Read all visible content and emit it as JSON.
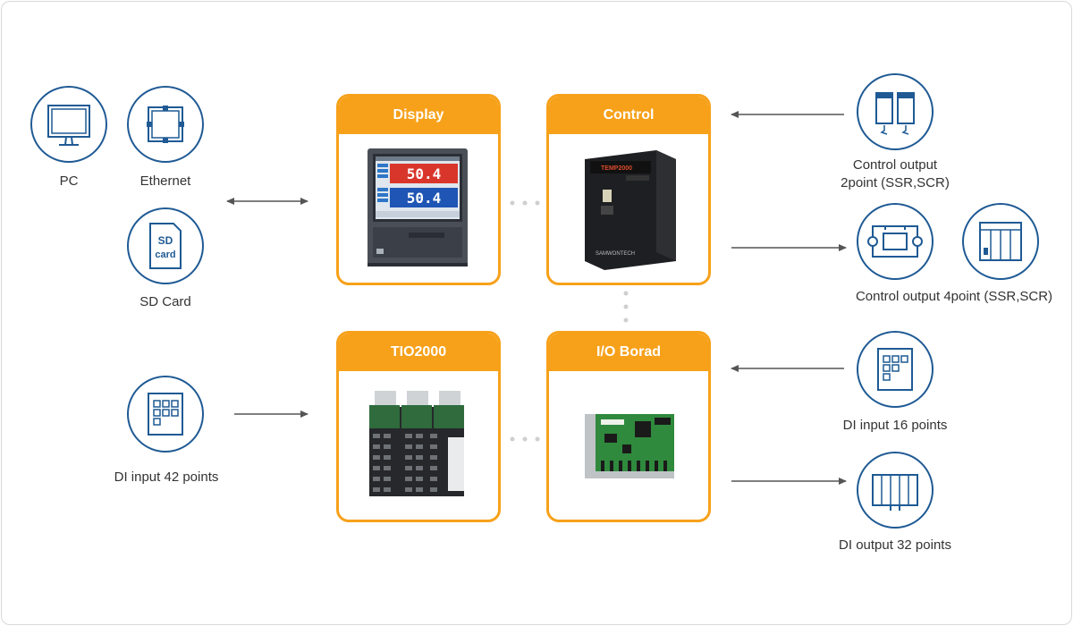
{
  "left": {
    "pc": "PC",
    "ethernet": "Ethernet",
    "sd_icon_line1": "SD",
    "sd_icon_line2": "card",
    "sd_card": "SD Card",
    "di_input_42": "DI input 42 points"
  },
  "cards": {
    "display": "Display",
    "control": "Control",
    "tio": "TIO2000",
    "io": "I/O Borad"
  },
  "right": {
    "control_output_2_line1": "Control output",
    "control_output_2_line2": "2point (SSR,SCR)",
    "control_output_4": "Control output 4point (SSR,SCR)",
    "di_input_16": "DI input 16 points",
    "di_output_32": "DI output 32 points"
  },
  "device": {
    "readout_1": "50.4",
    "readout_2": "50.4",
    "control_brand": "TEMP2000",
    "control_maker": "SAMWONTECH"
  },
  "colors": {
    "accent": "#f7a11a",
    "icon_stroke": "#1f5a94",
    "arrow": "#555555",
    "dots": "#cfcfcf"
  }
}
